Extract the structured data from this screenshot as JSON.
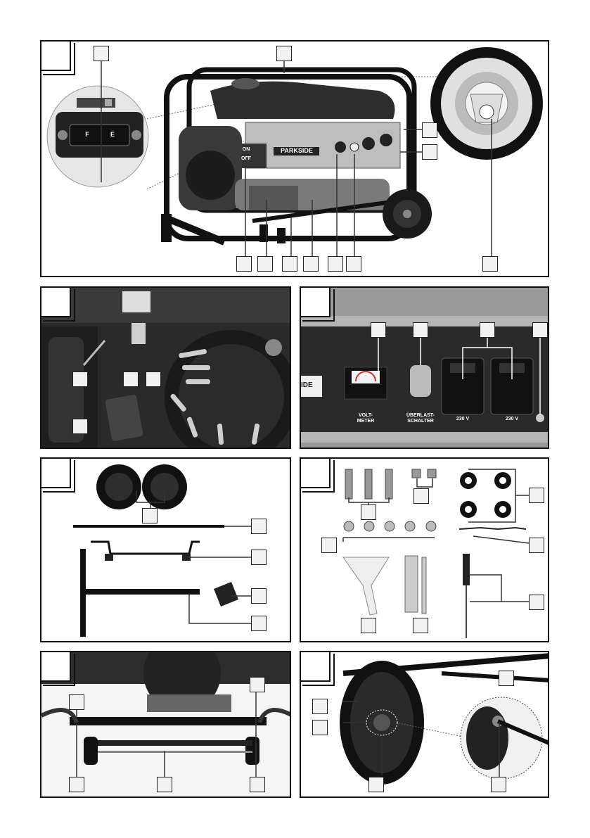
{
  "panels": [
    {
      "id": "A",
      "corner": ""
    },
    {
      "id": "B",
      "corner": ""
    },
    {
      "id": "C",
      "corner": ""
    },
    {
      "id": "D",
      "corner": ""
    },
    {
      "id": "E",
      "corner": ""
    },
    {
      "id": "F",
      "corner": ""
    },
    {
      "id": "G",
      "corner": ""
    }
  ],
  "panel_a": {
    "brand": "PARKSIDE",
    "switch_on": "ON",
    "switch_off": "OFF",
    "fuel_gauge_f": "F",
    "fuel_gauge_e": "E"
  },
  "panel_c": {
    "brand_fragment": "IDE",
    "voltmeter_label": "VOLT-\nMETER",
    "voltmeter_line1": "VOLT-",
    "voltmeter_line2": "METER",
    "overload_line1": "ÜBERLAST-",
    "overload_line2": "SCHALTER",
    "socket1_label": "230 V",
    "socket2_label": "230 V"
  }
}
